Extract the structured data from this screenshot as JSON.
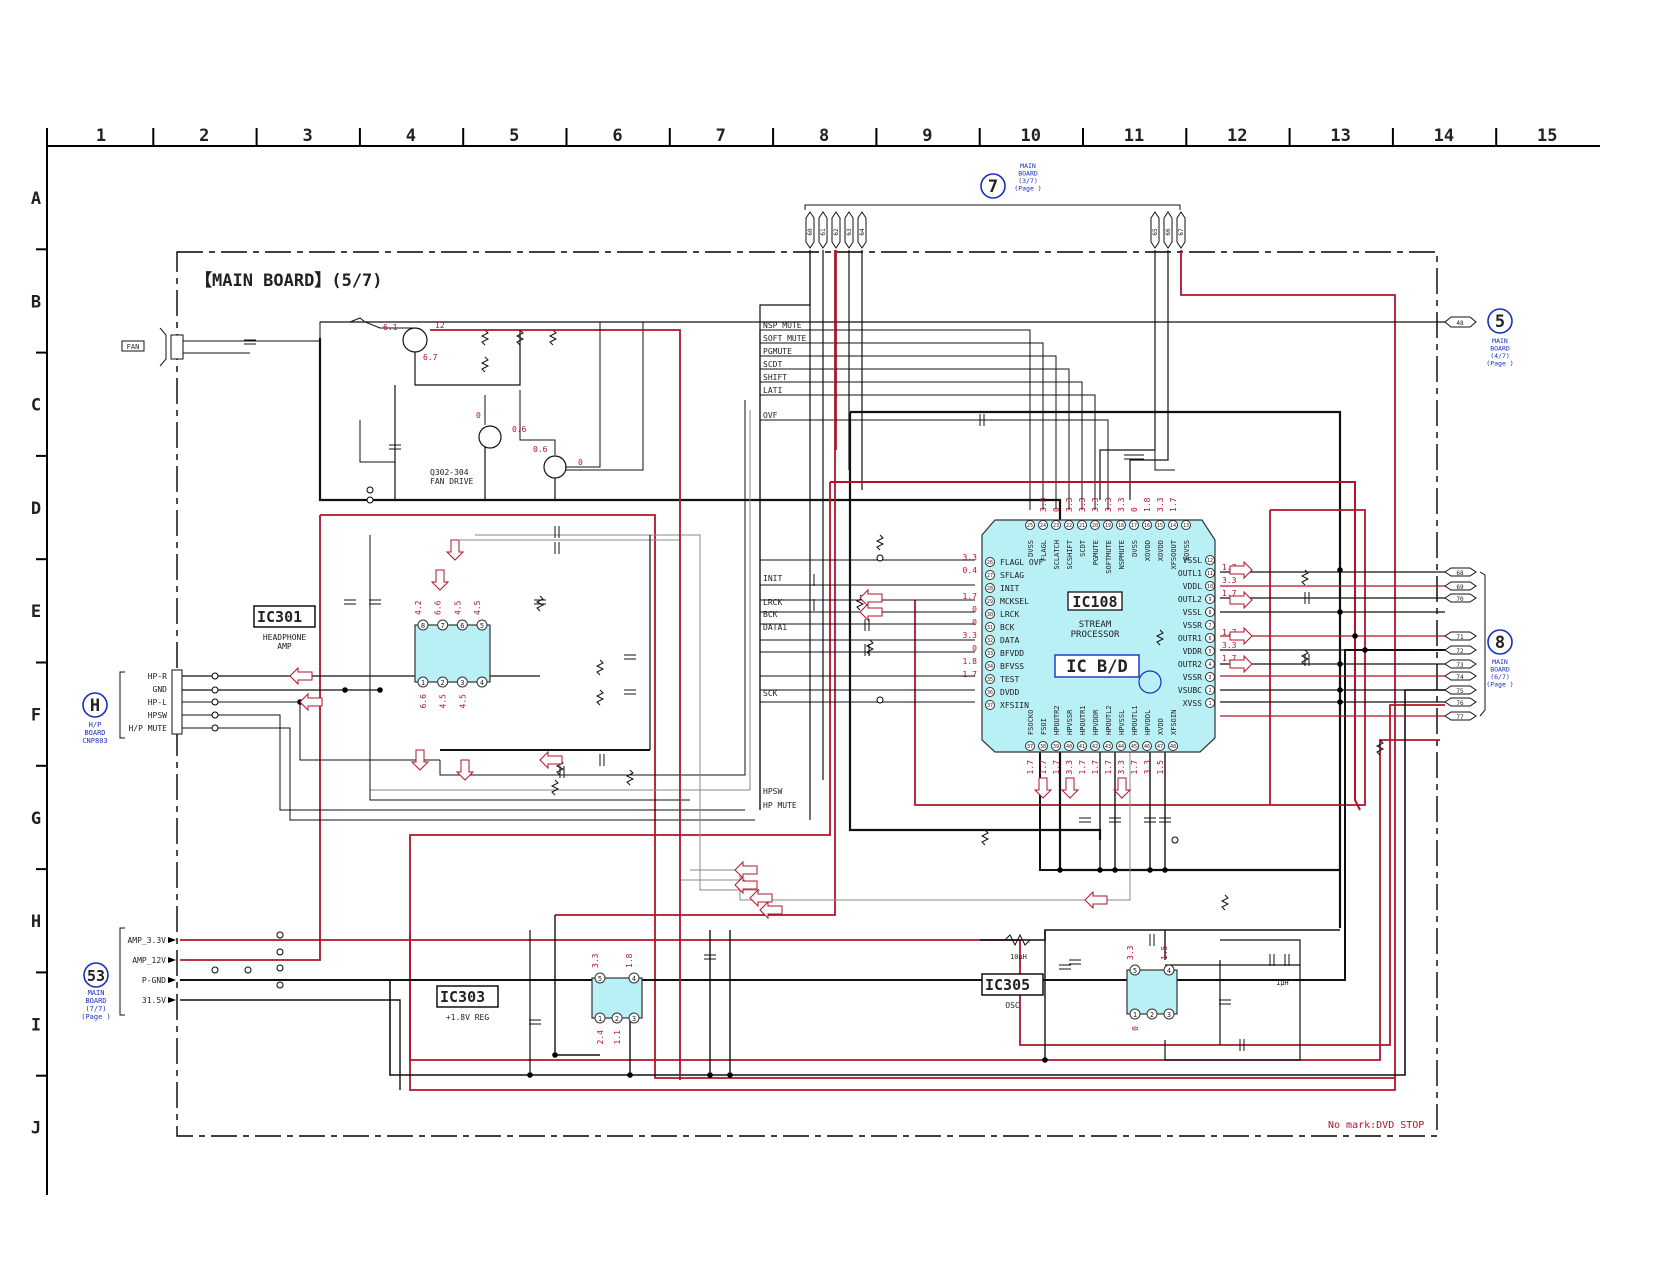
{
  "grid": {
    "columns": [
      "1",
      "2",
      "3",
      "4",
      "5",
      "6",
      "7",
      "8",
      "9",
      "10",
      "11",
      "12",
      "13",
      "14",
      "15"
    ],
    "rows": [
      "A",
      "B",
      "C",
      "D",
      "E",
      "F",
      "G",
      "H",
      "I",
      "J"
    ]
  },
  "board": {
    "title": "【MAIN BOARD】(5/7)",
    "note": "No mark:DVD STOP"
  },
  "ic108": {
    "name": "IC108",
    "desc": "STREAM\nPROCESSOR",
    "badge": "IC B/D",
    "top_pins": [
      {
        "label": "DVSS",
        "num": "25",
        "v": ""
      },
      {
        "label": "FLAGL",
        "num": "24",
        "v": "3.3"
      },
      {
        "label": "SCLATCH",
        "num": "23",
        "v": "0"
      },
      {
        "label": "SCSHIFT",
        "num": "22",
        "v": "3.3"
      },
      {
        "label": "SCDT",
        "num": "21",
        "v": "3.3"
      },
      {
        "label": "PGMUTE",
        "num": "20",
        "v": "3.3"
      },
      {
        "label": "SOFTMUTE",
        "num": "19",
        "v": "3.3"
      },
      {
        "label": "NSPMUTE",
        "num": "18",
        "v": "3.3"
      },
      {
        "label": "DVSS",
        "num": "17",
        "v": "0"
      },
      {
        "label": "XOVDD",
        "num": "16",
        "v": "1.8"
      },
      {
        "label": "XOVDD",
        "num": "15",
        "v": "3.3"
      },
      {
        "label": "XFSOOUT",
        "num": "14",
        "v": "1.7"
      },
      {
        "label": "XOVSS",
        "num": "13",
        "v": ""
      }
    ],
    "left_pins": [
      {
        "label": "FLAGL OVF",
        "num": "26",
        "v": "3.3"
      },
      {
        "label": "SFLAG",
        "num": "27",
        "v": "0.4"
      },
      {
        "label": "INIT",
        "num": "28",
        "v": ""
      },
      {
        "label": "MCKSEL",
        "num": "29",
        "v": "1.7"
      },
      {
        "label": "LRCK",
        "num": "30",
        "v": "0"
      },
      {
        "label": "BCK",
        "num": "31",
        "v": "0"
      },
      {
        "label": "DATA",
        "num": "32",
        "v": "3.3"
      },
      {
        "label": "BFVDD",
        "num": "33",
        "v": "0"
      },
      {
        "label": "BFVSS",
        "num": "34",
        "v": "1.8"
      },
      {
        "label": "TEST",
        "num": "35",
        "v": "1.7"
      },
      {
        "label": "DVDD",
        "num": "36",
        "v": ""
      },
      {
        "label": "XFSIIN",
        "num": "37",
        "v": ""
      }
    ],
    "right_pins": [
      {
        "label": "VSSL",
        "num": "12",
        "v": ""
      },
      {
        "label": "OUTL1",
        "num": "11",
        "v": "1.7"
      },
      {
        "label": "VDDL",
        "num": "10",
        "v": "3.3"
      },
      {
        "label": "OUTL2",
        "num": "9",
        "v": "1.7"
      },
      {
        "label": "VSSL",
        "num": "8",
        "v": ""
      },
      {
        "label": "VSSR",
        "num": "7",
        "v": ""
      },
      {
        "label": "OUTR1",
        "num": "6",
        "v": "1.7"
      },
      {
        "label": "VDDR",
        "num": "5",
        "v": "3.3"
      },
      {
        "label": "OUTR2",
        "num": "4",
        "v": "1.7"
      },
      {
        "label": "VSSR",
        "num": "3",
        "v": ""
      },
      {
        "label": "VSUBC",
        "num": "2",
        "v": ""
      },
      {
        "label": "XVSS",
        "num": "1",
        "v": ""
      }
    ],
    "bottom_pins": [
      {
        "label": "FSOCKO",
        "num": "37",
        "v": "1.7"
      },
      {
        "label": "FSOI",
        "num": "38",
        "v": "1.7"
      },
      {
        "label": "HPOUTR2",
        "num": "39",
        "v": "1.7"
      },
      {
        "label": "HPVSSR",
        "num": "40",
        "v": "3.3"
      },
      {
        "label": "HPOUTR1",
        "num": "41",
        "v": "1.7"
      },
      {
        "label": "HPVDDR",
        "num": "42",
        "v": "1.7"
      },
      {
        "label": "HPOUTL2",
        "num": "43",
        "v": "1.7"
      },
      {
        "label": "HPVSSL",
        "num": "44",
        "v": "3.3"
      },
      {
        "label": "HPOUTL1",
        "num": "45",
        "v": "1.7"
      },
      {
        "label": "HPVDDL",
        "num": "46",
        "v": "3.3"
      },
      {
        "label": "XVDD",
        "num": "47",
        "v": "1.5"
      },
      {
        "label": "XFSOIN",
        "num": "48",
        "v": ""
      }
    ]
  },
  "ic301": {
    "name": "IC301",
    "desc": "HEADPHONE\nAMP",
    "top_pins": [
      "8",
      "7",
      "6",
      "5"
    ],
    "bottom_pins": [
      "1",
      "2",
      "3",
      "4"
    ],
    "top_volts": [
      "4.2",
      "6.6",
      "4.5",
      "4.5"
    ],
    "bottom_volts": [
      "6.6",
      "4.5",
      "4.5",
      ""
    ]
  },
  "ic303": {
    "name": "IC303",
    "desc": "+1.8V REG",
    "top_pins": [
      "5",
      "4"
    ],
    "bottom_pins": [
      "1",
      "2",
      "3"
    ],
    "top_volts": [
      "3.3",
      "1.8"
    ],
    "bottom_volts": [
      "2.4",
      "1.1"
    ]
  },
  "ic305": {
    "name": "IC305",
    "desc": "OSC",
    "top_pins": [
      "5",
      "4"
    ],
    "bottom_pins": [
      "1",
      "2",
      "3"
    ],
    "top_volts": [
      "3.3",
      "1.5"
    ],
    "bottom_volts": [
      "0"
    ]
  },
  "fan": {
    "label": "FAN",
    "drive": "Q302-304\nFAN DRIVE",
    "volts": [
      "6.1",
      "12",
      "6.7",
      "0",
      "0.6",
      "0.6",
      "0"
    ]
  },
  "control_lines": [
    "NSP MUTE",
    "SOFT MUTE",
    "PGMUTE",
    "SCDT",
    "SHIFT",
    "LATI",
    "OVF",
    "INIT",
    "LRCK",
    "BCK",
    "DATA1",
    "SCK",
    "HPSW",
    "HP MUTE"
  ],
  "connectors": {
    "board7": {
      "circle": "7",
      "label": "MAIN\nBOARD\n(3/7)\n(Page    )",
      "pins": [
        "60",
        "61",
        "62",
        "63",
        "64",
        "65",
        "66",
        "67"
      ]
    },
    "board5": {
      "circle": "5",
      "label": "MAIN\nBOARD\n(4/7)\n(Page    )",
      "pins": [
        "48"
      ]
    },
    "board8": {
      "circle": "8",
      "label": "MAIN\nBOARD\n(6/7)\n(Page    )",
      "pins": [
        "68",
        "69",
        "70",
        "71",
        "72",
        "73",
        "74",
        "75",
        "76",
        "77"
      ]
    },
    "boardH": {
      "circle": "H",
      "label": "H/P\nBOARD\nCNP803",
      "pins": [
        "HP-R",
        "GND",
        "HP-L",
        "HPSW",
        "H/P MUTE"
      ]
    },
    "board53": {
      "circle": "53",
      "label": "MAIN\nBOARD\n(7/7)\n(Page    )",
      "pins": [
        "AMP_3.3V",
        "AMP_12V",
        "P-GND",
        "31.5V"
      ]
    }
  },
  "misc": {
    "inductor1": "10μH",
    "inductor2": "1μH"
  },
  "colors": {
    "wire": "#111111",
    "power": "#b0142a",
    "ic_fill": "#b8f0f5",
    "accent": "#1530c0"
  }
}
